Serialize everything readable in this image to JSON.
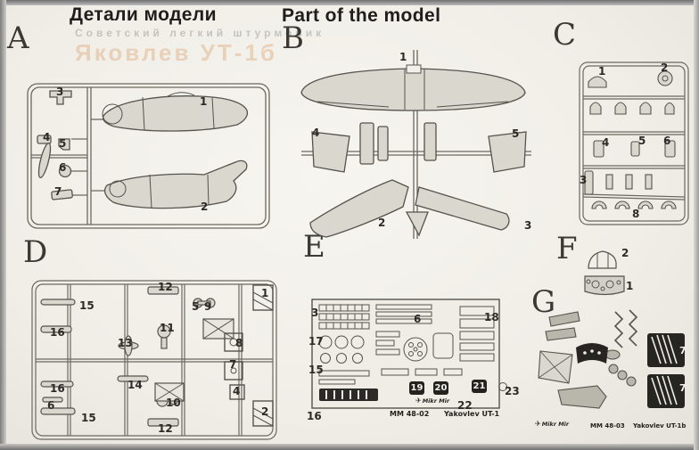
{
  "page": {
    "title_ru": "Детали модели",
    "title_en": "Part of the model",
    "bleed_line_top": "Советский легкий штурмовик",
    "bleed_line_big": "Яковлев УТ-1б"
  },
  "colors": {
    "ink": "#55534e",
    "page": "#f2f0ea",
    "bleed_orange": "#d2803f"
  },
  "sections": {
    "A": {
      "letter": "A",
      "labels": [
        "3",
        "1",
        "4",
        "5",
        "6",
        "7",
        "2"
      ]
    },
    "B": {
      "letter": "B",
      "labels": [
        "1",
        "4",
        "5",
        "2",
        "3"
      ]
    },
    "C": {
      "letter": "C",
      "labels": [
        "1",
        "2",
        "4",
        "5",
        "6",
        "3",
        "8"
      ]
    },
    "D": {
      "letter": "D",
      "labels": [
        "12",
        "15",
        "1",
        "5",
        "9",
        "11",
        "16",
        "13",
        "8",
        "7",
        "14",
        "4",
        "16",
        "10",
        "2",
        "15",
        "12",
        "6"
      ]
    },
    "E": {
      "letter": "E",
      "labels": [
        "3",
        "6",
        "18",
        "17",
        "15",
        "16",
        "23",
        "22"
      ],
      "badges": [
        "19",
        "20",
        "21"
      ],
      "brand": "Mikr Mir",
      "code": "MM 48-02",
      "kit": "Yakovlev UT-1"
    },
    "F": {
      "letter": "F",
      "labels": [
        "2",
        "1"
      ]
    },
    "G": {
      "letter": "G",
      "labels": [
        "7",
        "7"
      ],
      "brand": "Mikr Mir",
      "code": "MM 48-03",
      "kit": "Yakovlev UT-1b"
    }
  }
}
